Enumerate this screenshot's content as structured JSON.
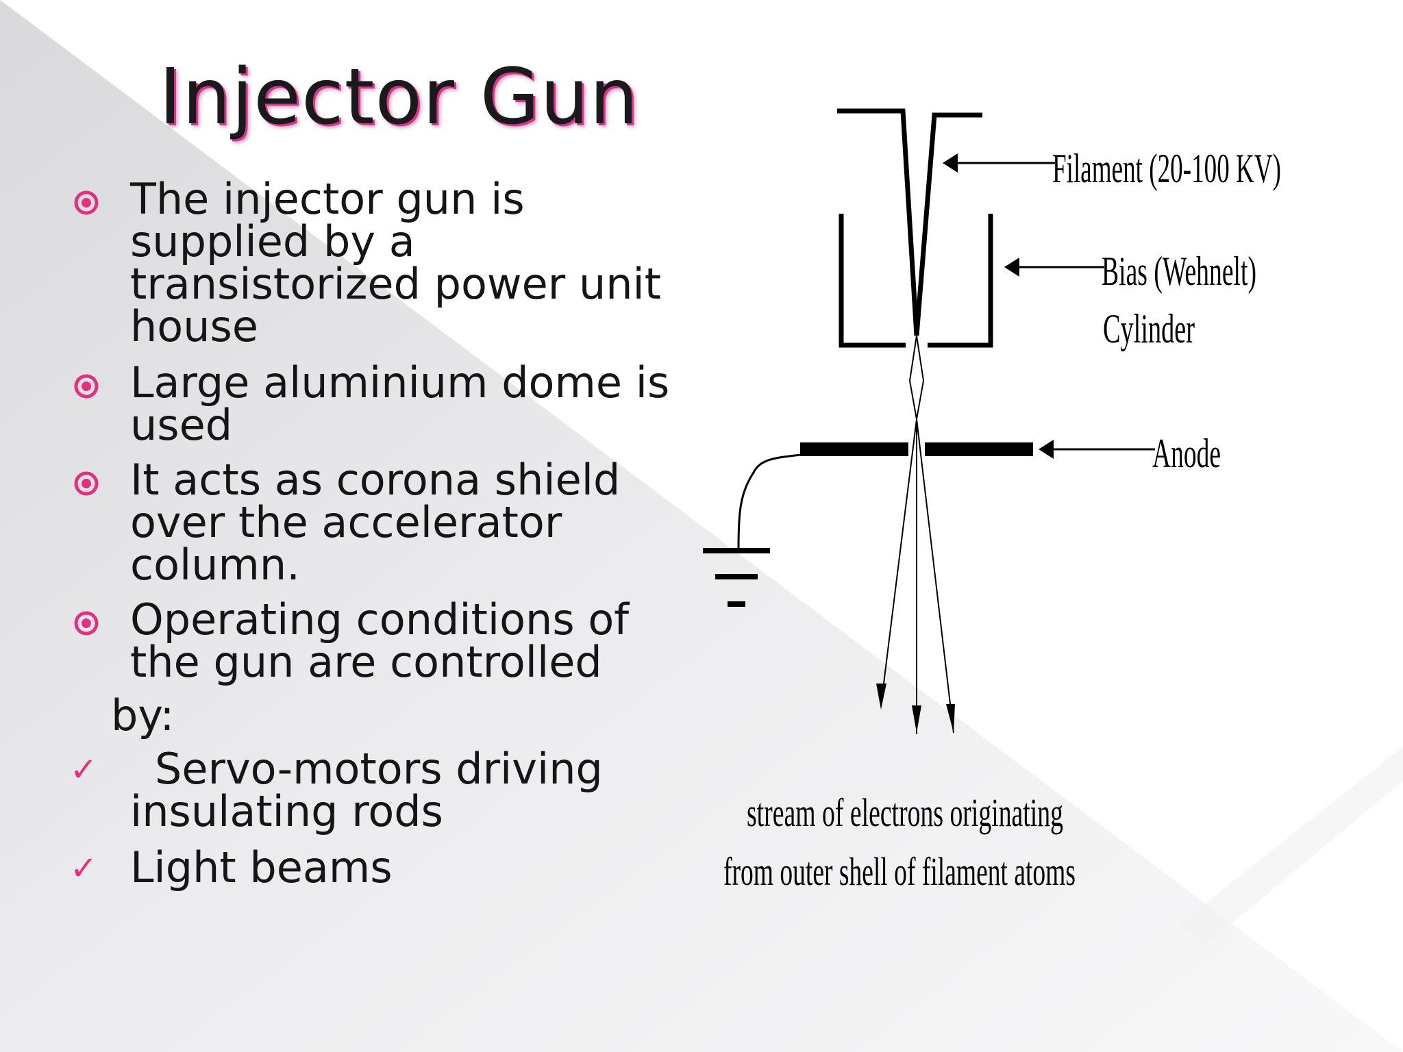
{
  "slide": {
    "title": "Injector Gun",
    "bullets": [
      {
        "lines": [
          "The injector gun is",
          "supplied by a",
          "transistorized power unit",
          "house"
        ]
      },
      {
        "lines": [
          "Large aluminium dome is",
          "used"
        ]
      },
      {
        "lines": [
          "It acts as corona shield",
          "over the accelerator",
          "column."
        ]
      },
      {
        "lines": [
          "Operating conditions of",
          "the gun are controlled"
        ]
      }
    ],
    "continuation": "by:",
    "checks": [
      {
        "lines": [
          "Servo-motors driving",
          "insulating rods"
        ]
      },
      {
        "lines": [
          "Light beams"
        ]
      }
    ],
    "accent_color": "#e0307f",
    "bullet_icon": "target-bullet-icon",
    "check_icon": "checkmark-icon"
  },
  "diagram": {
    "labels": {
      "filament": "Filament (20-100 KV)",
      "bias_line1": "Bias (Wehnelt)",
      "bias_line2": "Cylinder",
      "anode": "Anode"
    },
    "caption": {
      "line1": "stream of electrons originating",
      "line2": "from outer shell of filament atoms"
    }
  }
}
